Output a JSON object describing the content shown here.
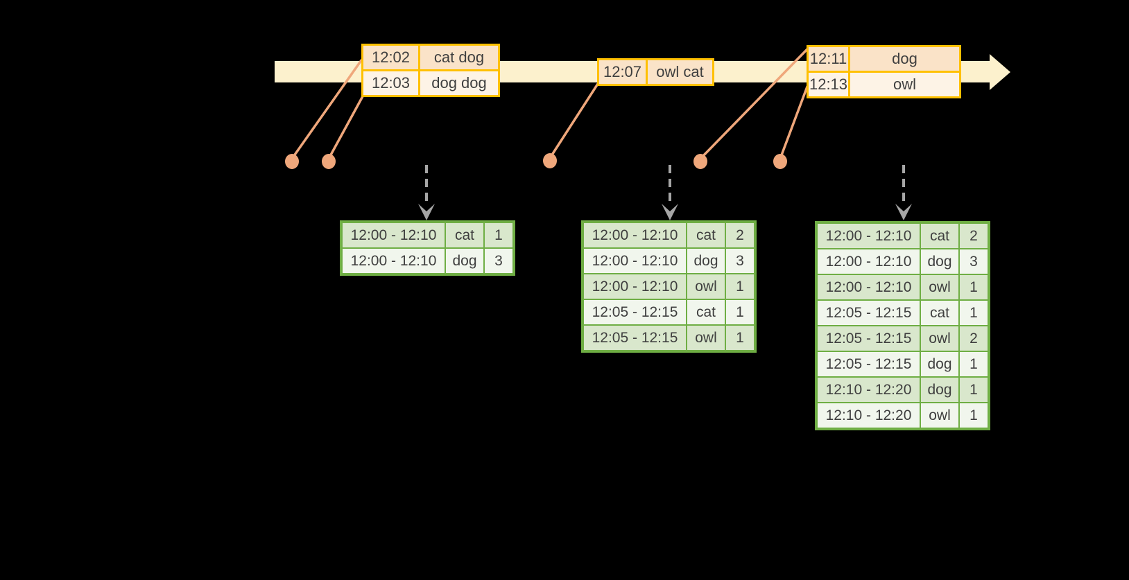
{
  "diagram": {
    "colors": {
      "background": "#000000",
      "timeline_band": "#FCF1CD",
      "event_table_border": "#FFC000",
      "event_row_peach": "#FAE3C8",
      "event_row_cream": "#FDF3E6",
      "connector_salmon": "#EFA77B",
      "trigger_arrow_gray": "#A6A6A6",
      "result_table_border": "#6FAE44",
      "result_row_dark": "#D9E7CC",
      "result_row_light": "#F1F6ED",
      "text": "#3F3F3F"
    },
    "event_tables": [
      {
        "rows": [
          {
            "time": "12:02",
            "words": "cat dog"
          },
          {
            "time": "12:03",
            "words": "dog dog"
          }
        ]
      },
      {
        "rows": [
          {
            "time": "12:07",
            "words": "owl cat"
          }
        ]
      },
      {
        "rows": [
          {
            "time": "12:11",
            "words": "dog"
          },
          {
            "time": "12:13",
            "words": "owl"
          }
        ]
      }
    ],
    "result_tables": [
      {
        "rows": [
          {
            "window": "12:00 - 12:10",
            "word": "cat",
            "count": "1"
          },
          {
            "window": "12:00 - 12:10",
            "word": "dog",
            "count": "3"
          }
        ]
      },
      {
        "rows": [
          {
            "window": "12:00 - 12:10",
            "word": "cat",
            "count": "2"
          },
          {
            "window": "12:00 - 12:10",
            "word": "dog",
            "count": "3"
          },
          {
            "window": "12:00 - 12:10",
            "word": "owl",
            "count": "1"
          },
          {
            "window": "12:05 - 12:15",
            "word": "cat",
            "count": "1"
          },
          {
            "window": "12:05 - 12:15",
            "word": "owl",
            "count": "1"
          }
        ]
      },
      {
        "rows": [
          {
            "window": "12:00 - 12:10",
            "word": "cat",
            "count": "2"
          },
          {
            "window": "12:00 - 12:10",
            "word": "dog",
            "count": "3"
          },
          {
            "window": "12:00 - 12:10",
            "word": "owl",
            "count": "1"
          },
          {
            "window": "12:05 - 12:15",
            "word": "cat",
            "count": "1"
          },
          {
            "window": "12:05 - 12:15",
            "word": "owl",
            "count": "2"
          },
          {
            "window": "12:05 - 12:15",
            "word": "dog",
            "count": "1"
          },
          {
            "window": "12:10 - 12:20",
            "word": "dog",
            "count": "1"
          },
          {
            "window": "12:10 - 12:20",
            "word": "owl",
            "count": "1"
          }
        ]
      }
    ]
  }
}
